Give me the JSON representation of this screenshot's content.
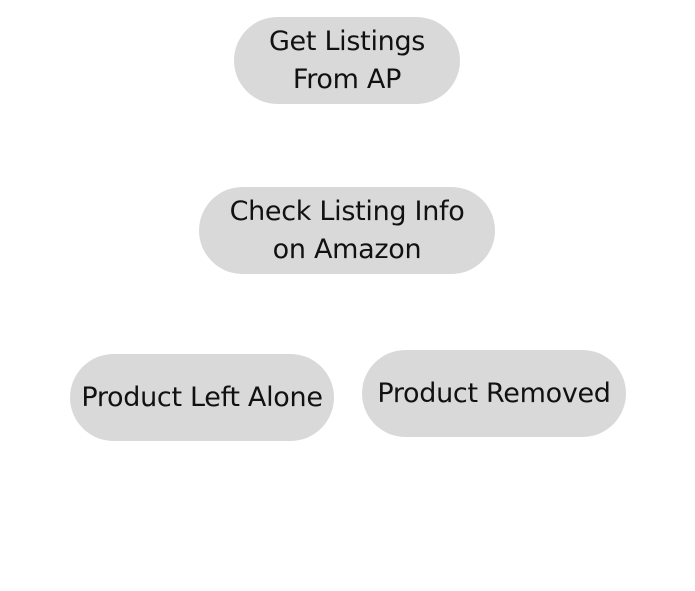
{
  "diagram": {
    "type": "flowchart",
    "node_fill": "#d9d9d9",
    "text_color": "#111111",
    "background": "#ffffff",
    "nodes": [
      {
        "id": "get-listings",
        "lines": [
          "Get Listings",
          "From AP"
        ]
      },
      {
        "id": "check-listing",
        "lines": [
          "Check Listing Info",
          "on Amazon"
        ]
      },
      {
        "id": "left-alone",
        "lines": [
          "Product Left Alone"
        ]
      },
      {
        "id": "removed",
        "lines": [
          "Product Removed"
        ]
      }
    ]
  }
}
